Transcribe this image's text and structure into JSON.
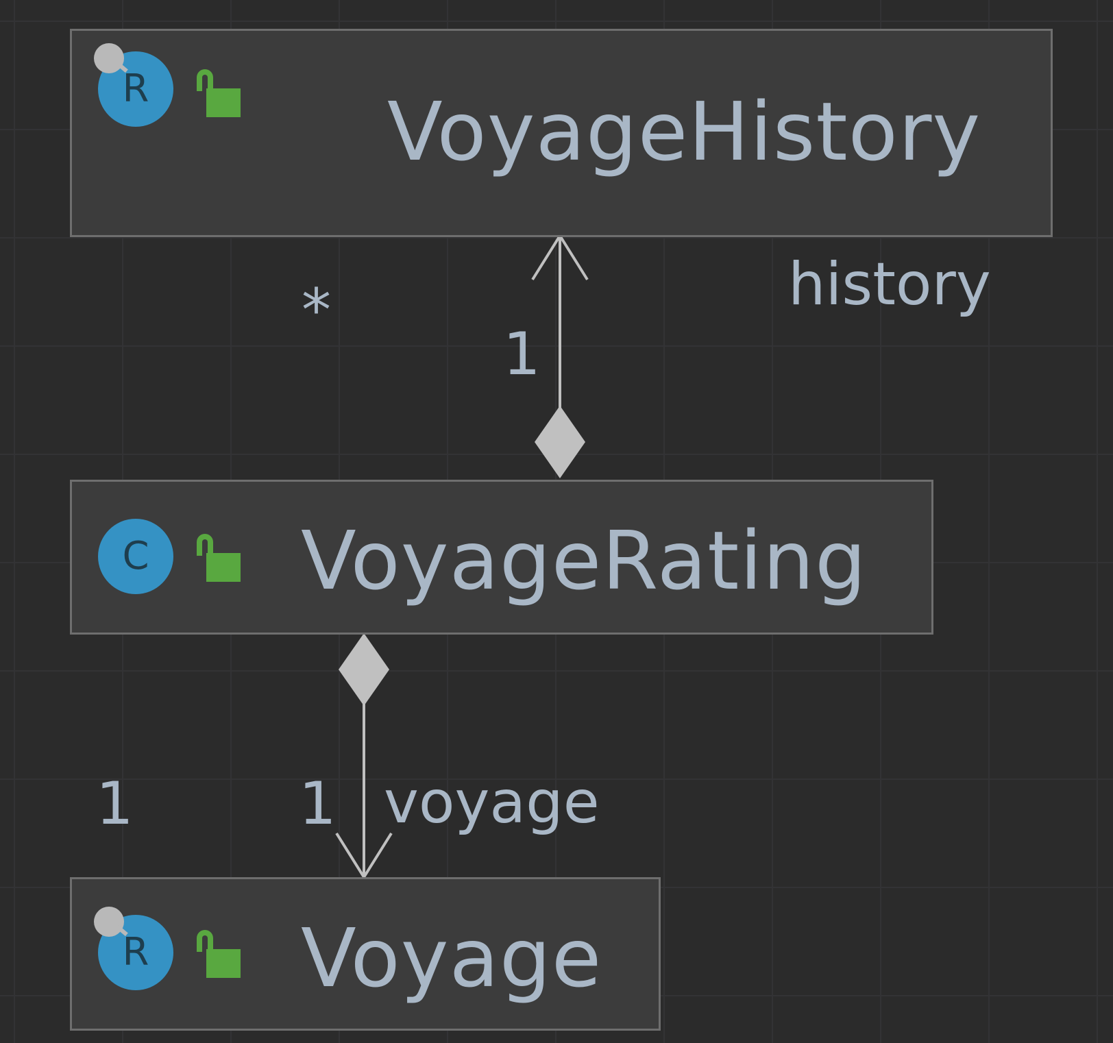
{
  "diagram": {
    "nodes": [
      {
        "id": "voyage-history",
        "name": "VoyageHistory",
        "kind": "R",
        "kind_desc": "record",
        "visibility": "public"
      },
      {
        "id": "voyage-rating",
        "name": "VoyageRating",
        "kind": "C",
        "kind_desc": "class",
        "visibility": "public"
      },
      {
        "id": "voyage",
        "name": "Voyage",
        "kind": "R",
        "kind_desc": "record",
        "visibility": "public"
      }
    ],
    "edges": [
      {
        "id": "rating-history",
        "from": "VoyageRating",
        "to": "VoyageHistory",
        "type": "composition",
        "role": "history",
        "source_multiplicity": "*",
        "target_multiplicity": "1"
      },
      {
        "id": "rating-voyage",
        "from": "VoyageRating",
        "to": "Voyage",
        "type": "composition",
        "role": "voyage",
        "source_multiplicity": "1",
        "target_multiplicity": "1"
      }
    ]
  },
  "colors": {
    "background": "#2b2b2b",
    "node_fill": "#3c3c3c",
    "node_border": "#6e6e6e",
    "text": "#a9b7c6",
    "kind_badge": "#3592c4",
    "access_lock": "#59a840",
    "edge": "#c0c0c0"
  }
}
